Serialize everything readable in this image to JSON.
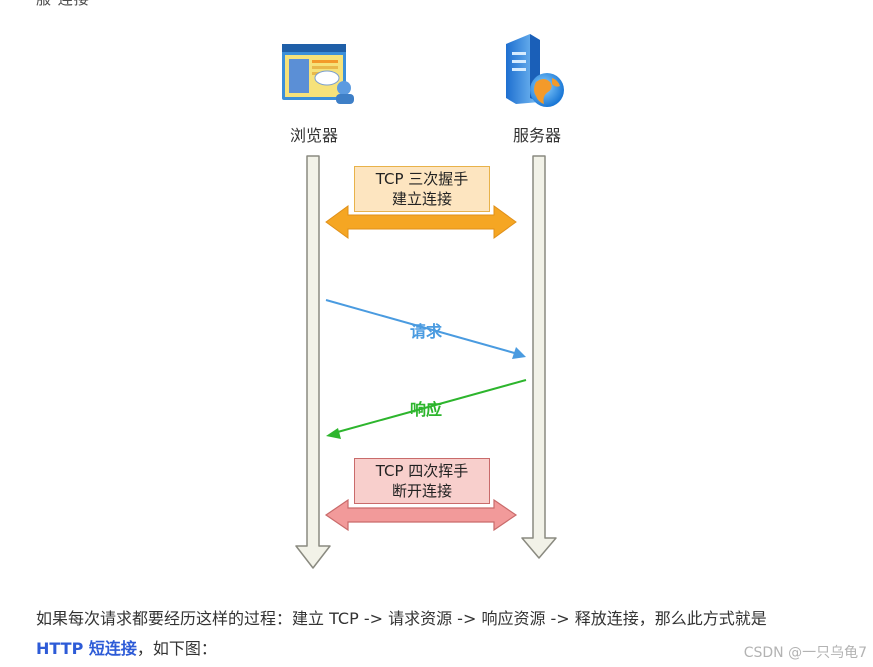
{
  "top_text": "服 连接",
  "client": {
    "label": "浏览器",
    "icon": "browser-window-icon"
  },
  "server": {
    "label": "服务器",
    "icon": "server-globe-icon"
  },
  "handshake": {
    "line1": "TCP 三次握手",
    "line2": "建立连接",
    "color": "#f5a623"
  },
  "request": {
    "label": "请求",
    "color": "#4a9be0"
  },
  "response": {
    "label": "响应",
    "color": "#2db52d"
  },
  "teardown": {
    "line1": "TCP 四次挥手",
    "line2": "断开连接",
    "color": "#e07a7a"
  },
  "paragraph": {
    "text": "如果每次请求都要经历这样的过程：建立 TCP -> 请求资源 -> 响应资源 -> 释放连接，那么此方式就是",
    "highlight": "HTTP 短连接",
    "tail": "，如下图："
  },
  "watermark": "CSDN @一只乌龟7"
}
